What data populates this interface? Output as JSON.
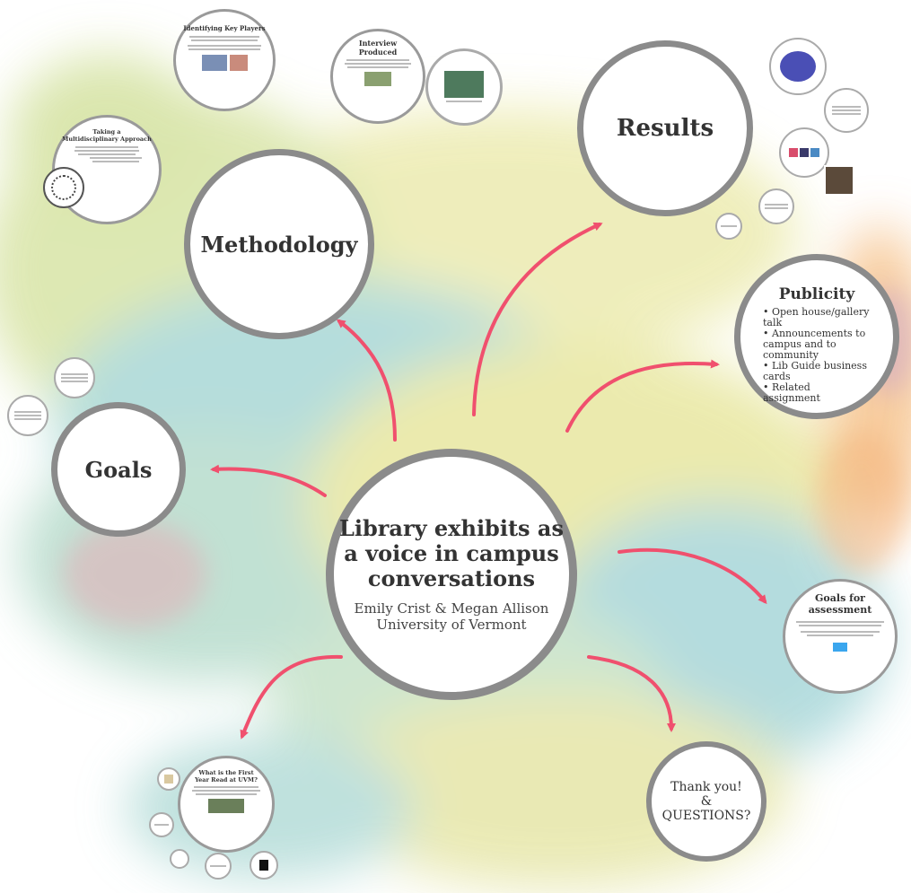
{
  "center": {
    "title_line1": "Library exhibits as",
    "title_line2": "a voice in campus",
    "title_line3": "conversations",
    "authors": "Emily Crist & Megan Allison",
    "institution": "University of Vermont"
  },
  "nodes": {
    "methodology": "Methodology",
    "goals": "Goals",
    "results": "Results",
    "publicity_title": "Publicity",
    "publicity_items": [
      "Open house/gallery talk",
      "Announcements to campus and to community",
      "Lib Guide business cards",
      "Related assignment"
    ],
    "assessment_title_1": "Goals for",
    "assessment_title_2": "assessment",
    "thanks_line1": "Thank you!",
    "thanks_line2": "&",
    "thanks_line3": "QUESTIONS?"
  },
  "thumbnails": {
    "key_players": "Identifying Key Players",
    "interview_1": "Interview",
    "interview_2": "Produced",
    "multidisciplinary_1": "Taking a",
    "multidisciplinary_2": "Multidisciplinary Approach",
    "first_year_1": "What is the First",
    "first_year_2": "Year Read at UVM?"
  },
  "colors": {
    "arrow": "#f0506e",
    "ring": "#8b8b8b",
    "bg_yellow": "#e8e7a0",
    "bg_teal": "#a9d8d6",
    "bg_green": "#c9dc9a",
    "bg_orange": "#f6c38c",
    "bg_pink": "#e8a9b4"
  }
}
